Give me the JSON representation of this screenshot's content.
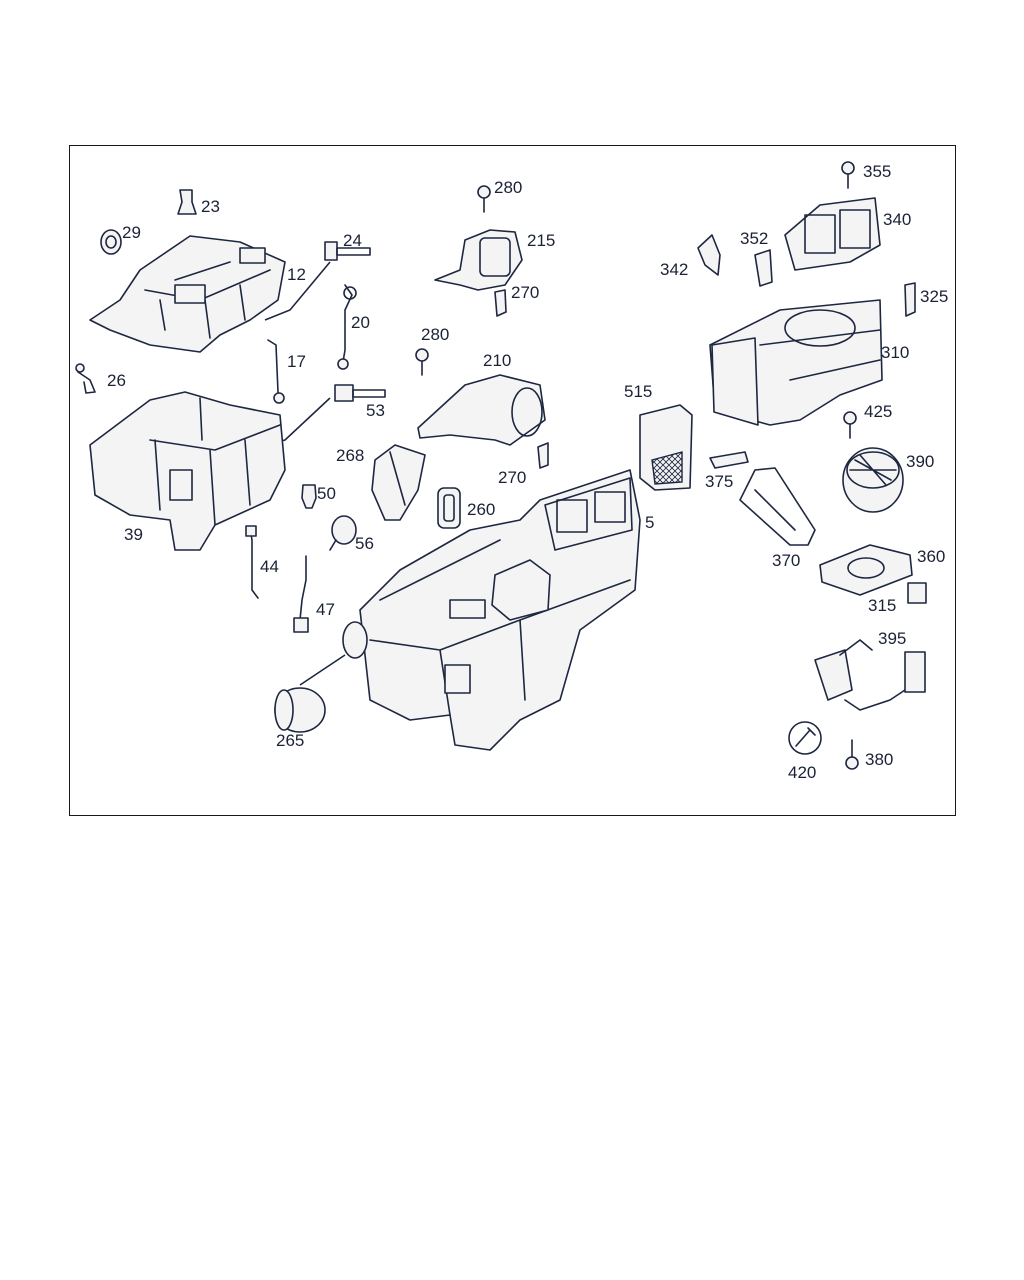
{
  "callouts": {
    "c23": "23",
    "c29": "29",
    "c12": "12",
    "c24": "24",
    "c20": "20",
    "c26": "26",
    "c17": "17",
    "c53": "53",
    "c39": "39",
    "c50": "50",
    "c56": "56",
    "c44": "44",
    "c47": "47",
    "c265": "265",
    "c280a": "280",
    "c215": "215",
    "c270a": "270",
    "c280b": "280",
    "c210": "210",
    "c268": "268",
    "c270b": "270",
    "c260": "260",
    "c5": "5",
    "c515": "515",
    "c375": "375",
    "c370": "370",
    "c355": "355",
    "c340": "340",
    "c352": "352",
    "c342": "342",
    "c325": "325",
    "c310": "310",
    "c425": "425",
    "c390": "390",
    "c360": "360",
    "c315": "315",
    "c395": "395",
    "c420": "420",
    "c380": "380"
  }
}
